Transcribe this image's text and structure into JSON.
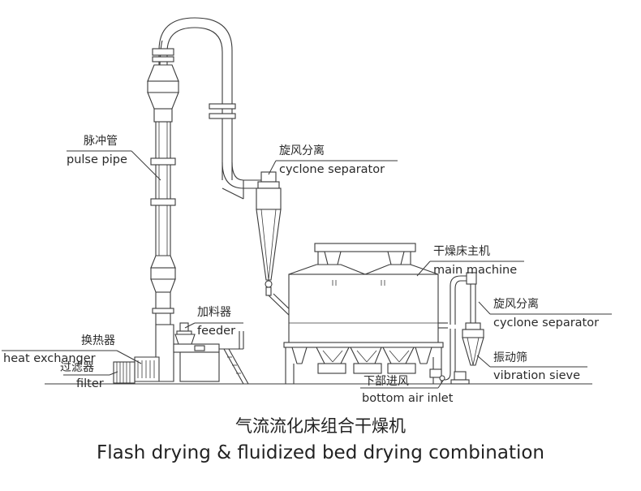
{
  "labels": {
    "pulse_pipe_cn": "脉冲管",
    "pulse_pipe_en": "pulse pipe",
    "cyclone_top_cn": "旋风分离",
    "cyclone_top_en": "cyclone separator",
    "main_machine_cn": "干燥床主机",
    "main_machine_en": "main machine",
    "feeder_cn": "加料器",
    "feeder_en": "feeder",
    "heat_exchanger_cn": "换热器",
    "heat_exchanger_en": "heat exchanger",
    "filter_cn": "过滤器",
    "filter_en": "filter",
    "cyclone_right_cn": "旋风分离",
    "cyclone_right_en": "cyclone separator",
    "vibration_sieve_cn": "振动筛",
    "vibration_sieve_en": "vibration sieve",
    "bottom_air_inlet_cn": "下部进风",
    "bottom_air_inlet_en": "bottom air inlet"
  },
  "caption": {
    "cn": "气流流化床组合干燥机",
    "en": "Flash drying & fluidized bed drying combination"
  }
}
